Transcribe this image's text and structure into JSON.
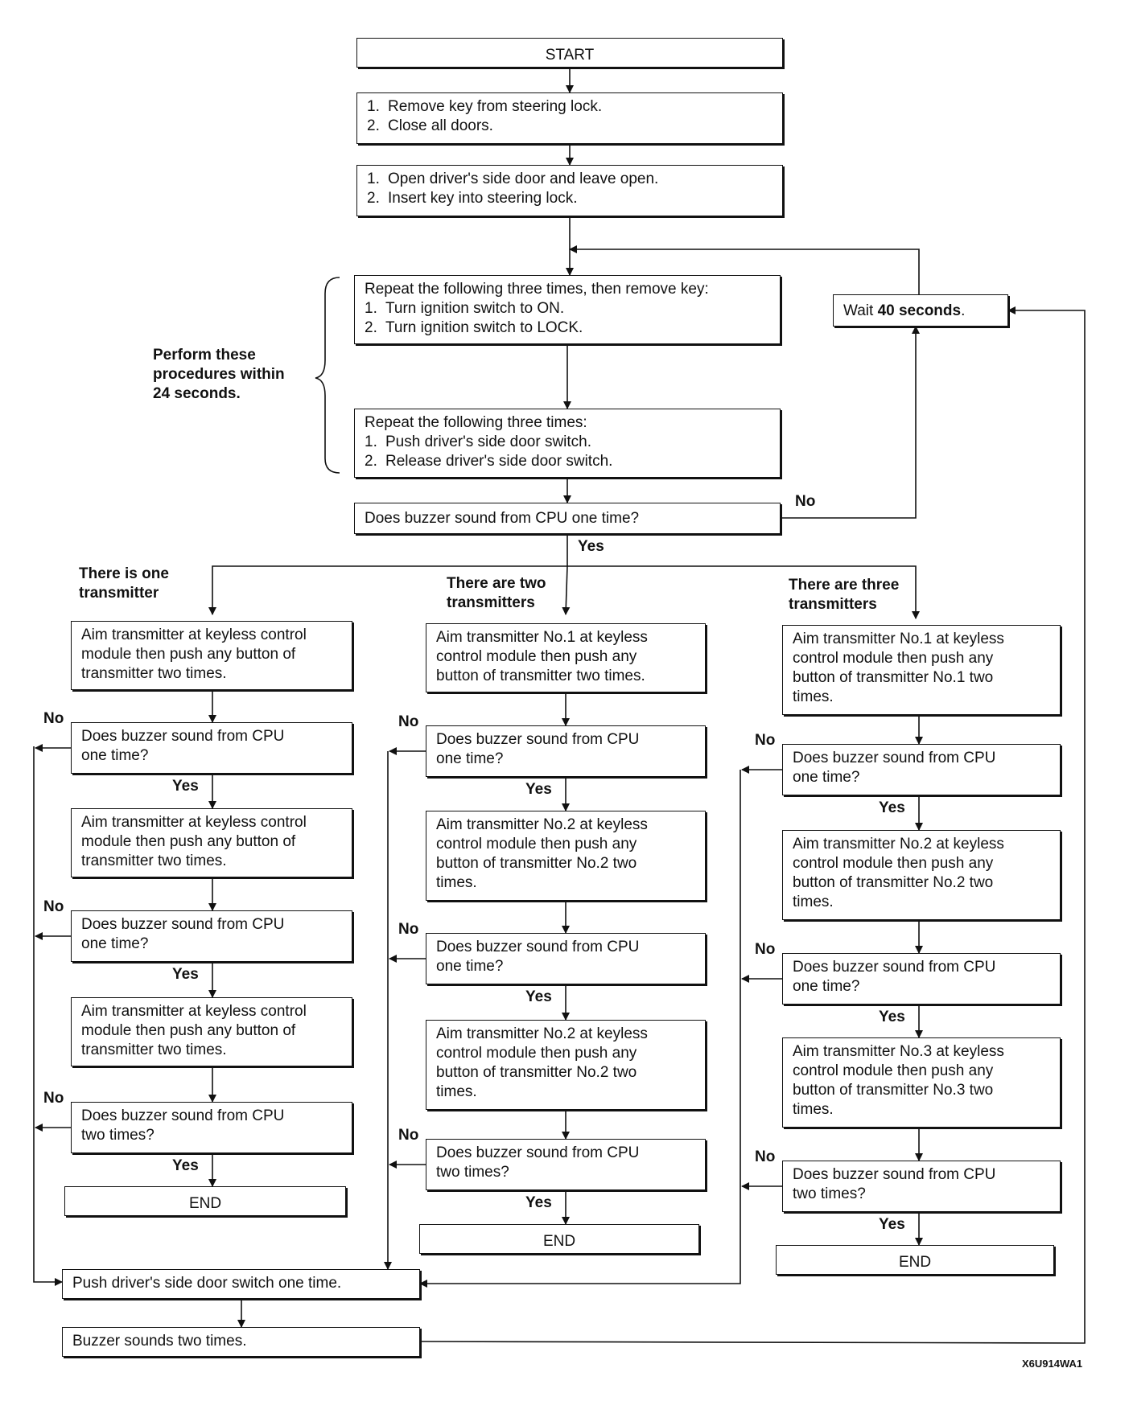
{
  "start": "START",
  "step1": {
    "items": [
      "Remove key from steering lock.",
      "Close all doors."
    ]
  },
  "step2": {
    "items": [
      "Open driver's side door and leave open.",
      "Insert key into steering lock."
    ]
  },
  "step3": {
    "intro": "Repeat the following three times, then remove key:",
    "items": [
      "Turn ignition switch to ON.",
      "Turn ignition switch to LOCK."
    ]
  },
  "step4": {
    "intro": "Repeat the following three times:",
    "items": [
      "Push driver's side door switch.",
      "Release driver's side door switch."
    ]
  },
  "bracket_note": [
    "Perform these",
    "procedures within",
    "24 seconds."
  ],
  "wait": {
    "prefix": "Wait ",
    "value": "40 seconds",
    "suffix": "."
  },
  "decision_main": "Does buzzer sound from CPU one time?",
  "yes": "Yes",
  "no": "No",
  "end": "END",
  "branches": {
    "one": {
      "heading": [
        "There is one",
        "transmitter"
      ],
      "steps": [
        [
          "Aim transmitter at keyless control",
          "module then push any button of",
          "transmitter two times."
        ],
        [
          "Does buzzer sound from CPU",
          "one time?"
        ],
        [
          "Aim transmitter at keyless control",
          "module then push any button of",
          "transmitter two times."
        ],
        [
          "Does buzzer sound from CPU",
          "one time?"
        ],
        [
          "Aim transmitter at keyless control",
          "module then push any button of",
          "transmitter two times."
        ],
        [
          "Does buzzer sound from CPU",
          "two times?"
        ]
      ]
    },
    "two": {
      "heading": [
        "There are two",
        "transmitters"
      ],
      "steps": [
        [
          "Aim transmitter No.1 at keyless",
          "control module then push any",
          "button of transmitter two times."
        ],
        [
          "Does buzzer sound from CPU",
          "one time?"
        ],
        [
          "Aim transmitter No.2 at keyless",
          "control module then push any",
          "button of transmitter No.2 two",
          "times."
        ],
        [
          "Does buzzer sound from CPU",
          "one time?"
        ],
        [
          "Aim transmitter No.2 at keyless",
          "control module then push any",
          "button of transmitter No.2 two",
          "times."
        ],
        [
          "Does buzzer sound from CPU",
          "two times?"
        ]
      ]
    },
    "three": {
      "heading": [
        "There are three",
        "transmitters"
      ],
      "steps": [
        [
          "Aim transmitter No.1 at keyless",
          "control module then push any",
          "button of transmitter No.1 two",
          "times."
        ],
        [
          "Does buzzer sound from CPU",
          "one time?"
        ],
        [
          "Aim transmitter No.2 at keyless",
          "control module then push any",
          "button of transmitter No.2 two",
          "times."
        ],
        [
          "Does buzzer sound from CPU",
          "one time?"
        ],
        [
          "Aim transmitter No.3 at keyless",
          "control module then push any",
          "button of transmitter No.3 two",
          "times."
        ],
        [
          "Does buzzer sound from CPU",
          "two times?"
        ]
      ]
    }
  },
  "push_switch": "Push driver's side door switch one time.",
  "buzzer_two": "Buzzer sounds two times.",
  "figure_code": "X6U914WA1"
}
